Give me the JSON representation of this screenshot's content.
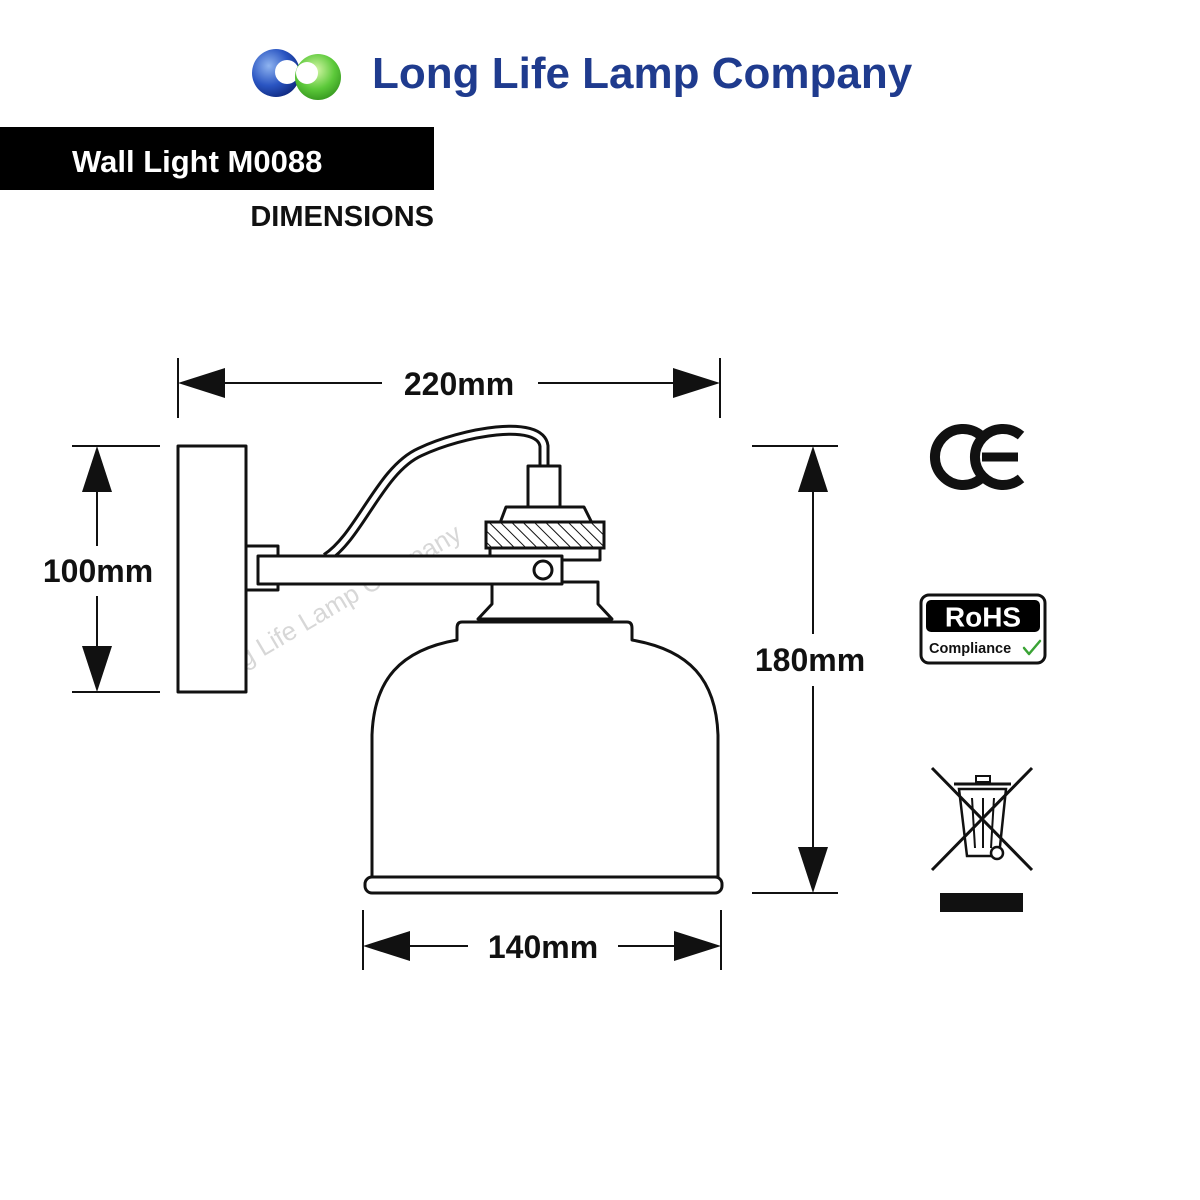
{
  "brand": {
    "name": "Long Life Lamp Company",
    "logo_icon": "two-overlapping-rings-logo",
    "colors": {
      "name_text": "#1f3b8e",
      "logo_blue": "#1b3c9c",
      "logo_green": "#48b82e"
    }
  },
  "banner": {
    "title": "Wall Light M0088",
    "background": "#000000",
    "text_color": "#ffffff"
  },
  "section_label": "DIMENSIONS",
  "dimensions": {
    "overall_width": "220mm",
    "wall_plate_height": "100mm",
    "overall_height": "180mm",
    "shade_diameter": "140mm"
  },
  "watermark": "Long Life Lamp Company",
  "certifications": {
    "ce": "CE",
    "rohs": {
      "title": "RoHS",
      "subtitle": "Compliance",
      "check_color": "#3aa335"
    },
    "weee_icon": "crossed-out-wheelie-bin-icon"
  }
}
